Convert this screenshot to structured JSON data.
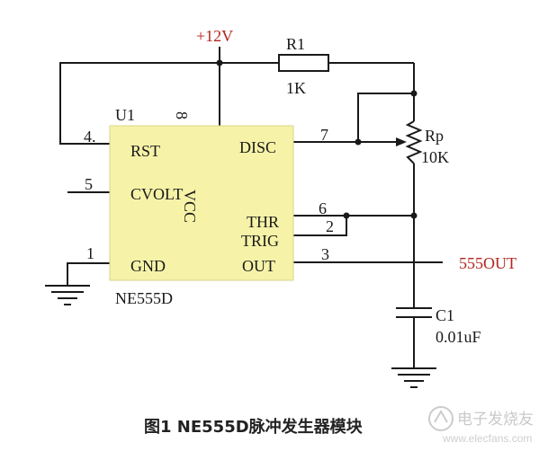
{
  "power": {
    "label": "+12V"
  },
  "u1": {
    "designator": "U1",
    "part": "NE555D",
    "pin8": "8",
    "vcc": "VCC",
    "pins": {
      "rst": {
        "num": "4.",
        "label": "RST"
      },
      "cvolt": {
        "num": "5",
        "label": "CVOLT"
      },
      "gnd": {
        "num": "1",
        "label": "GND"
      },
      "disc": {
        "num": "7",
        "label": "DISC"
      },
      "thr": {
        "num": "6",
        "label": "THR"
      },
      "trig": {
        "num": "2",
        "label": "TRIG"
      },
      "out": {
        "num": "3",
        "label": "OUT"
      }
    }
  },
  "r1": {
    "name": "R1",
    "value": "1K"
  },
  "rp": {
    "name": "Rp",
    "value": "10K"
  },
  "c1": {
    "name": "C1",
    "value": "0.01uF"
  },
  "output": {
    "label": "555OUT"
  },
  "caption": "图1 NE555D脉冲发生器模块",
  "watermark": {
    "text": "电子发烧友",
    "sub": "www.elecfans.com"
  },
  "colors": {
    "chip_fill": "#f6f3a8",
    "power_label": "#b2261e",
    "output_label": "#b2261e",
    "wire": "#1a1a1a"
  }
}
